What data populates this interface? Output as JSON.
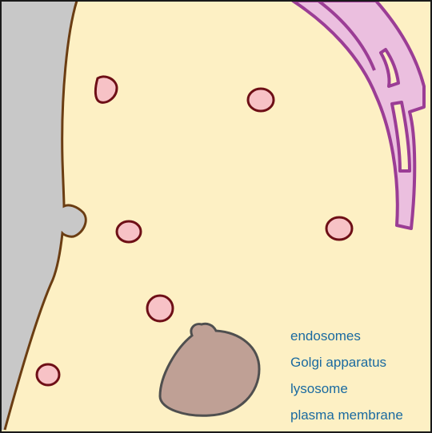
{
  "diagram": {
    "labels": [
      "endosomes",
      "Golgi apparatus",
      "lysosome",
      "plasma membrane"
    ],
    "colors": {
      "cytoplasm": "#fdf0c4",
      "extracellular": "#c8c8c8",
      "plasma_membrane": "#6b3d12",
      "vesicle_fill": "#f7c2c6",
      "vesicle_stroke": "#6e0f16",
      "organelle_fill": "#ebbfdf",
      "organelle_stroke": "#9b3d95",
      "lysosome_fill": "#bfa095",
      "lysosome_stroke": "#4f4f4f",
      "label_text": "#1a6aa0"
    }
  }
}
